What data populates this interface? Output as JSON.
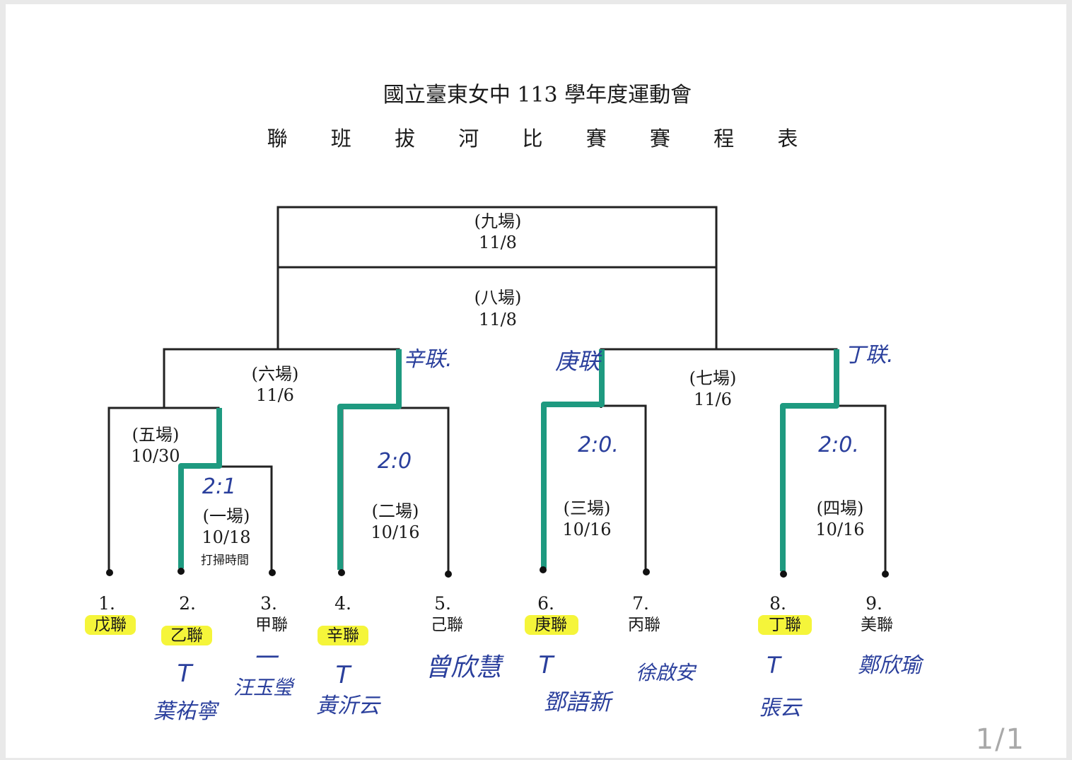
{
  "document": {
    "title": "國立臺東女中 113 學年度運動會",
    "subtitle": "聯 班 拔 河 比 賽 賽 程 表",
    "page_indicator": "1/1"
  },
  "matches": [
    {
      "id": "m1",
      "round": "(一場)",
      "date": "10/18",
      "note": "打掃時間",
      "score": "2:1"
    },
    {
      "id": "m2",
      "round": "(二場)",
      "date": "10/16",
      "score": "2:0"
    },
    {
      "id": "m3",
      "round": "(三場)",
      "date": "10/16",
      "score": "2:0."
    },
    {
      "id": "m4",
      "round": "(四場)",
      "date": "10/16",
      "score": "2:0."
    },
    {
      "id": "m5",
      "round": "(五場)",
      "date": "10/30"
    },
    {
      "id": "m6",
      "round": "(六場)",
      "date": "11/6",
      "winner": "辛联."
    },
    {
      "id": "m7",
      "round": "(七場)",
      "date": "11/6",
      "winner": "丁联."
    },
    {
      "id": "m8",
      "round": "(八場)",
      "date": "11/8"
    },
    {
      "id": "m9",
      "round": "(九場)",
      "date": "11/8"
    }
  ],
  "semifinal_note": "庚联",
  "teams": [
    {
      "seed": "1.",
      "name": "戊聯",
      "highlight": true,
      "mark": "",
      "rep": ""
    },
    {
      "seed": "2.",
      "name": "乙聯",
      "highlight": true,
      "mark": "T",
      "rep": "葉祐寧"
    },
    {
      "seed": "3.",
      "name": "甲聯",
      "highlight": false,
      "mark": "一",
      "rep": "汪玉瑩"
    },
    {
      "seed": "4.",
      "name": "辛聯",
      "highlight": true,
      "mark": "T",
      "rep": "黃沂云"
    },
    {
      "seed": "5.",
      "name": "己聯",
      "highlight": false,
      "mark": "",
      "rep": "曾欣慧"
    },
    {
      "seed": "6.",
      "name": "庚聯",
      "highlight": true,
      "mark": "T",
      "rep": "鄧語新"
    },
    {
      "seed": "7.",
      "name": "丙聯",
      "highlight": false,
      "mark": "",
      "rep": "徐啟安"
    },
    {
      "seed": "8.",
      "name": "丁聯",
      "highlight": true,
      "mark": "T",
      "rep": "張云"
    },
    {
      "seed": "9.",
      "name": "美聯",
      "highlight": false,
      "mark": "",
      "rep": "鄭欣瑜"
    }
  ],
  "colors": {
    "line": "#222222",
    "winner_path": "#1e9a80",
    "highlight": "#f5f53a",
    "handwriting": "#2a3f9c"
  }
}
